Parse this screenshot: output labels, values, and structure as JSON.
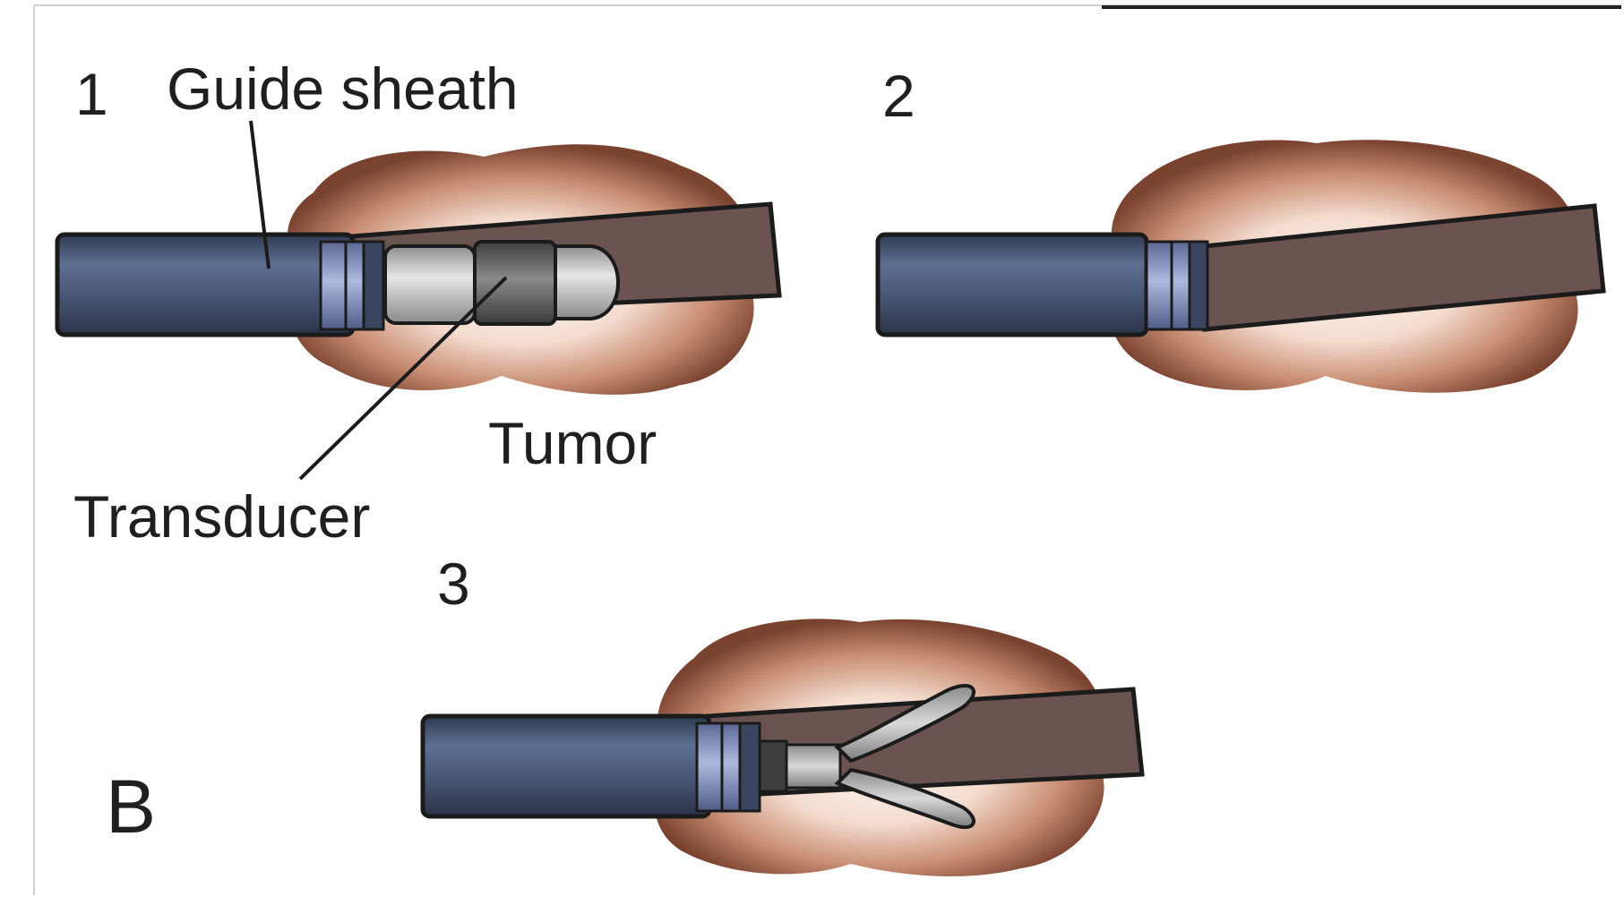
{
  "figure": {
    "letter": "B",
    "labels": {
      "guide_sheath": "Guide sheath",
      "tumor": "Tumor",
      "transducer": "Transducer"
    },
    "panels": [
      {
        "number": "1"
      },
      {
        "number": "2"
      },
      {
        "number": "3"
      }
    ]
  },
  "colors": {
    "sheath_body": "#4c5b7a",
    "sheath_band": "#8d9cc6",
    "bronchus_wall": "#6b5352",
    "tumor_edge": "#7a4330",
    "tumor_center": "#fbf3ef",
    "transducer": "#c7c7c7",
    "background": "#ffffff",
    "frame_line": "#cfcfcf",
    "outline": "#1b1b1b"
  }
}
